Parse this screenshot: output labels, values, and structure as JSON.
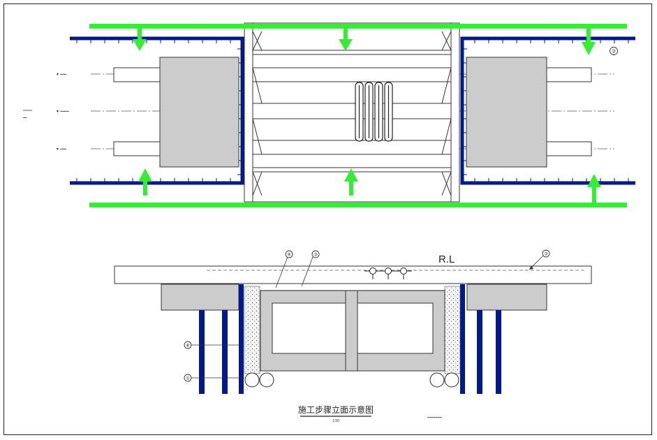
{
  "drawing": {
    "rl_label": "R.L",
    "caption_title": "施工步骤立面示意图",
    "caption_scale": "1:50",
    "callouts": {
      "plan_top_right": "③",
      "section_a": "④",
      "section_b": "③",
      "section_right": "③",
      "section_left_upper": "⑥",
      "section_left_lower": "①"
    }
  },
  "colors": {
    "green": "#33ee33",
    "navy": "#001a8c",
    "fill_gray": "#cccccc",
    "line": "#333333",
    "gravel": "#f2f2f2"
  }
}
